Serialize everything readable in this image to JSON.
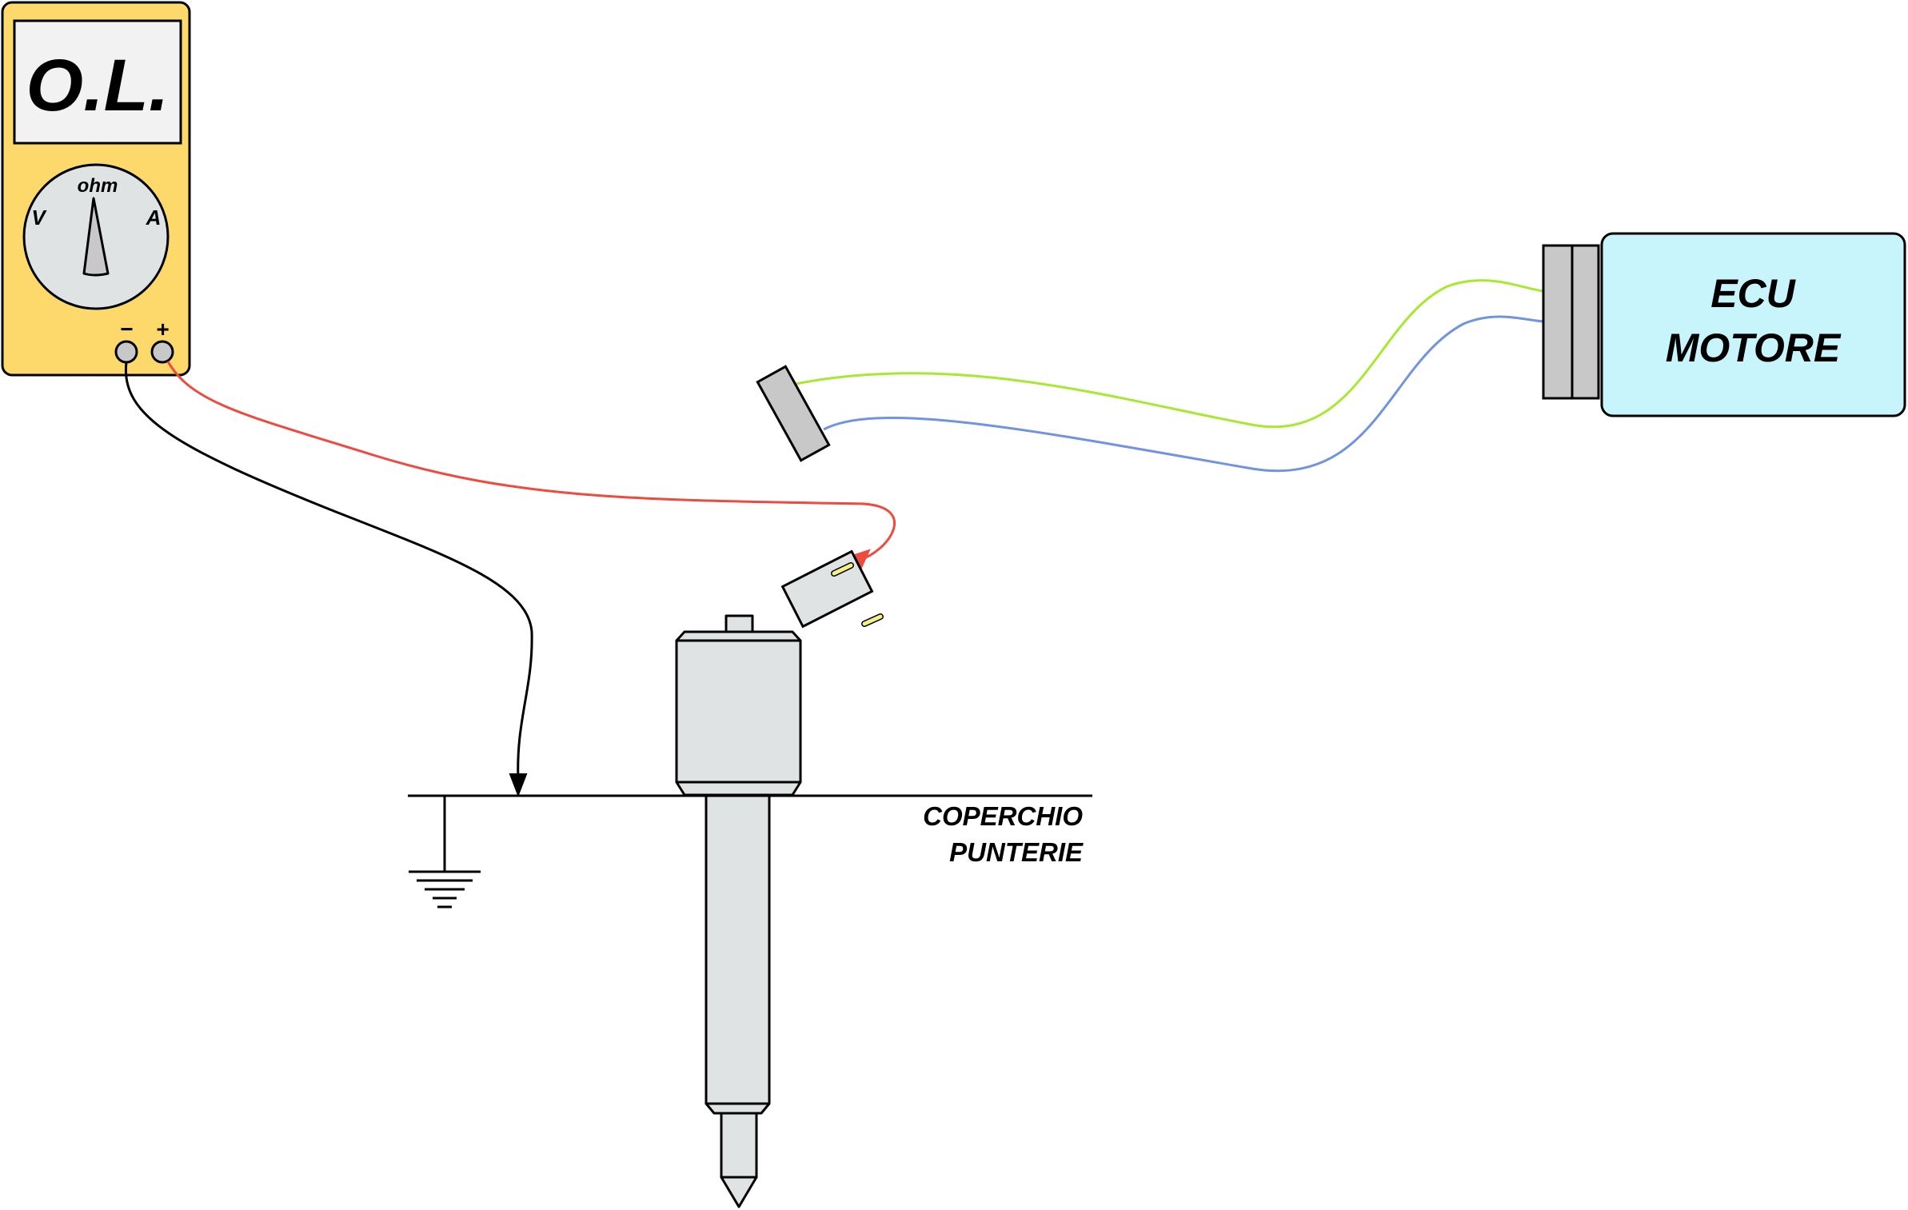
{
  "multimeter": {
    "display": "O.L.",
    "dial_ohm": "ohm",
    "dial_v": "V",
    "dial_a": "A",
    "terminal_minus": "−",
    "terminal_plus": "+"
  },
  "ecu": {
    "line1": "ECU",
    "line2": "MOTORE"
  },
  "cover_label": {
    "line1": "COPERCHIO",
    "line2": "PUNTERIE"
  },
  "colors": {
    "multimeter_body": "#fdd96b",
    "ecu_body": "#c8f4fb",
    "part_fill": "#dfe3e3",
    "connector_fill": "#c8c8c8",
    "probe_red": "#ee4a3f",
    "probe_black": "#000000",
    "wire_green": "#a8e832",
    "wire_blue": "#7193e0",
    "pin_yellow": "#f4ef86"
  }
}
